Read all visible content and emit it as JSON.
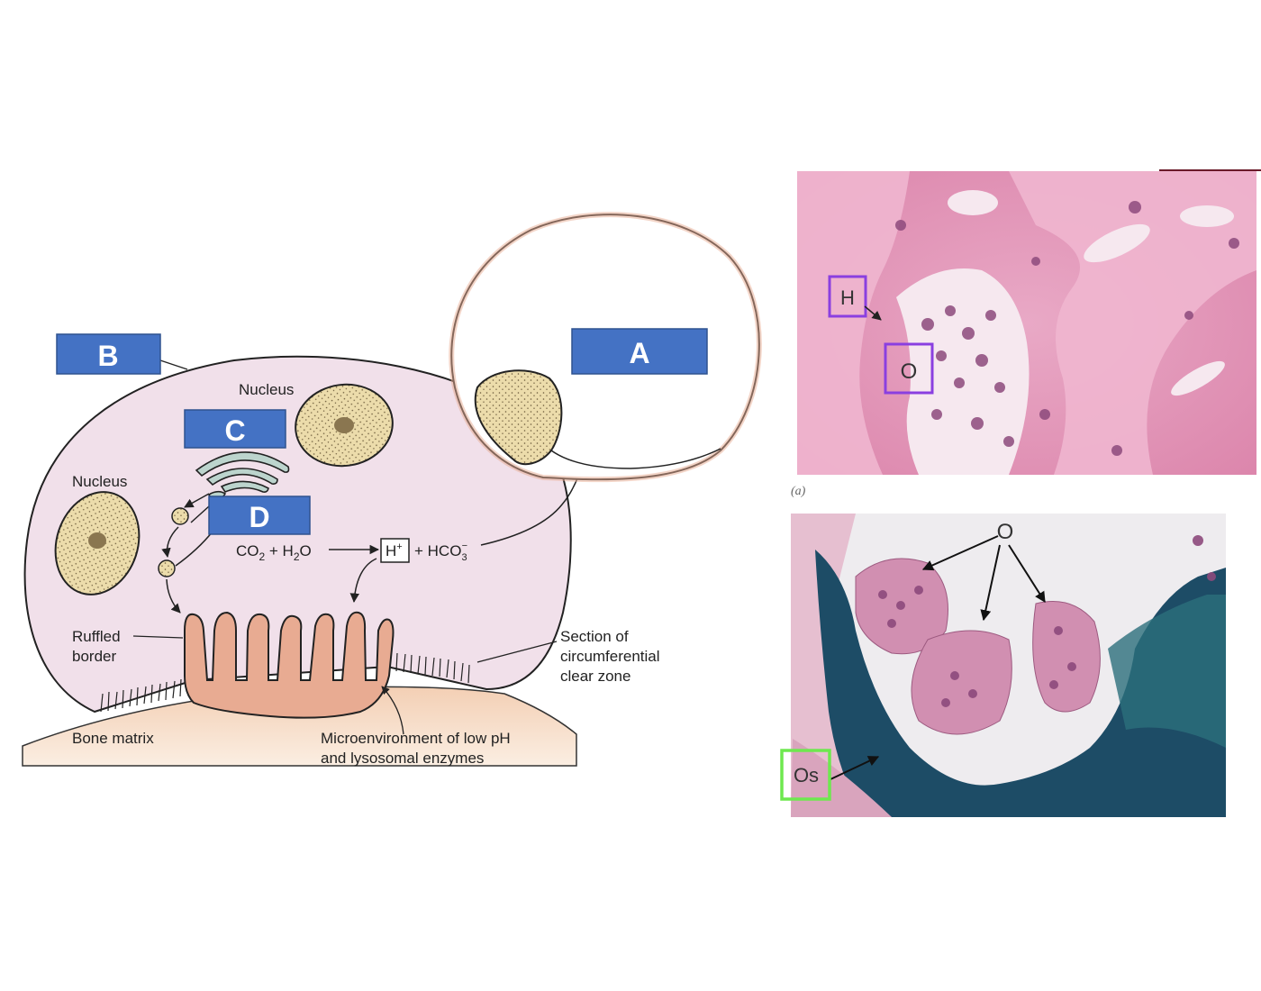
{
  "diagram": {
    "labels": {
      "nucleus_top": "Nucleus",
      "nucleus_left": "Nucleus",
      "ruffled_border_1": "Ruffled",
      "ruffled_border_2": "border",
      "section_1": "Section of",
      "section_2": "circumferential",
      "section_3": "clear zone",
      "bone_matrix": "Bone matrix",
      "micro_1": "Microenvironment of low pH",
      "micro_2": "and lysosomal enzymes"
    },
    "equation": {
      "co": "CO",
      "co_sub": "2",
      "plus_h": " + H",
      "h_sub": "2",
      "o": "O",
      "h_plus": "H",
      "h_sup": "+",
      "hco": "+ HCO",
      "hco_sub": "3",
      "hco_sup": "−"
    },
    "answer_boxes": [
      {
        "id": "A",
        "text": "A"
      },
      {
        "id": "B",
        "text": "B"
      },
      {
        "id": "C",
        "text": "C"
      },
      {
        "id": "D",
        "text": "D"
      }
    ]
  },
  "micrographs": {
    "top": {
      "label_h": "H",
      "label_o": "O",
      "caption": "(a)"
    },
    "bottom": {
      "label_o": "O",
      "label_os": "Os"
    }
  },
  "colors": {
    "answer_box": "#4472c4",
    "cell_fill": "#f1e0ea",
    "ruffled_fill": "#e8ab92",
    "bone_fill": "#f6ddc9",
    "nucleus_fill": "#ecdcab",
    "purple_box": "#8a3fe0",
    "green_box": "#6ee84f"
  }
}
